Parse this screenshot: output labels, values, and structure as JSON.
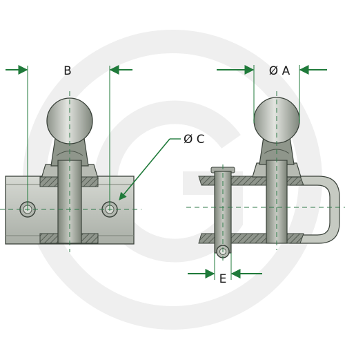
{
  "diagram": {
    "labels": {
      "b": "B",
      "diameter_a": "Ø A",
      "diameter_c": "Ø C",
      "e": "E"
    },
    "colors": {
      "metal_light": "#c9ccc6",
      "metal_mid": "#9aa096",
      "metal_dark": "#6b7268",
      "outline": "#2f3a30",
      "dimension_green": "#1f7a3a",
      "centerline": "#2f7a4a",
      "watermark": "#efefef"
    },
    "watermark_glyph": "G"
  }
}
